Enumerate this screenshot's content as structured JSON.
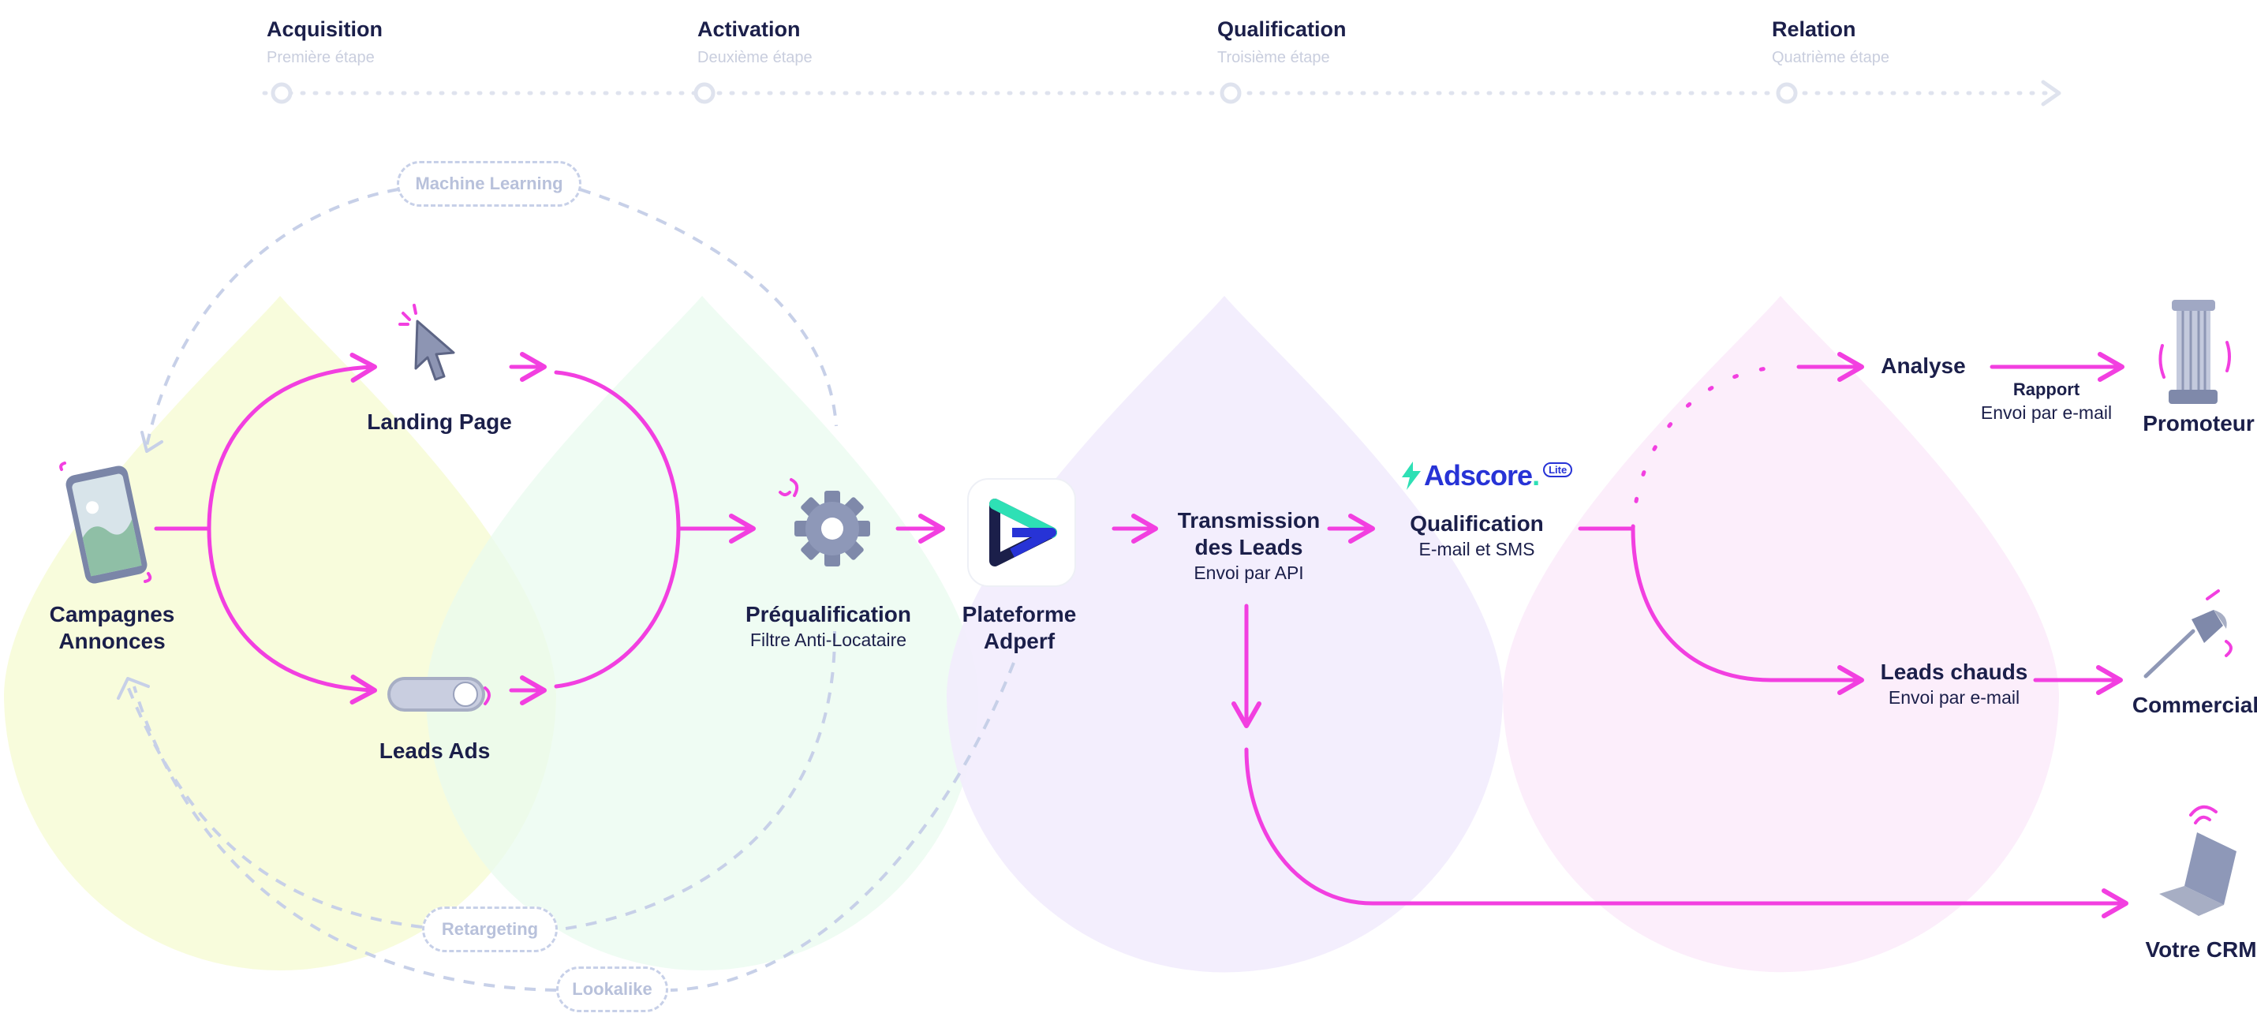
{
  "stages": [
    {
      "title": "Acquisition",
      "subtitle": "Première étape"
    },
    {
      "title": "Activation",
      "subtitle": "Deuxième étape"
    },
    {
      "title": "Qualification",
      "subtitle": "Troisième étape"
    },
    {
      "title": "Relation",
      "subtitle": "Quatrième étape"
    }
  ],
  "pills": {
    "machine_learning": "Machine Learning",
    "retargeting": "Retargeting",
    "lookalike": "Lookalike"
  },
  "nodes": {
    "campagnes": {
      "title": "Campagnes Annonces",
      "icon": "phone-icon"
    },
    "landing": {
      "title": "Landing Page",
      "icon": "cursor-icon"
    },
    "leads_ads": {
      "title": "Leads Ads",
      "icon": "toggle-icon"
    },
    "prequal": {
      "title": "Préqualification",
      "subtitle": "Filtre Anti-Locataire",
      "icon": "gear-icon"
    },
    "plateforme": {
      "title": "Plateforme Adperf",
      "icon": "adperf-logo-icon"
    },
    "transmission": {
      "title": "Transmission des Leads",
      "subtitle": "Envoi par API"
    },
    "qualification": {
      "title": "Qualification",
      "subtitle": "E-mail et SMS",
      "logo_text": "Adscore",
      "logo_badge": "Lite"
    },
    "analyse": {
      "title": "Analyse"
    },
    "rapport": {
      "title": "Rapport",
      "subtitle": "Envoi par e-mail"
    },
    "promoteur": {
      "title": "Promoteur",
      "icon": "column-icon"
    },
    "leads_chauds": {
      "title": "Leads chauds",
      "subtitle": "Envoi par e-mail"
    },
    "commercial": {
      "title": "Commercial",
      "icon": "dart-icon"
    },
    "crm": {
      "title": "Votre CRM",
      "icon": "laptop-icon"
    }
  },
  "colors": {
    "flow": "#f23fe0",
    "dashed": "#c7d0e8",
    "text": "#1b1f4a",
    "zone_acquisition": "#f7fbd6",
    "zone_activation": "#e9fbef",
    "zone_qualification": "#f2ecfd",
    "zone_relation": "#fcecfb",
    "logo_blue": "#2733d6",
    "logo_green": "#2ee0b5"
  }
}
